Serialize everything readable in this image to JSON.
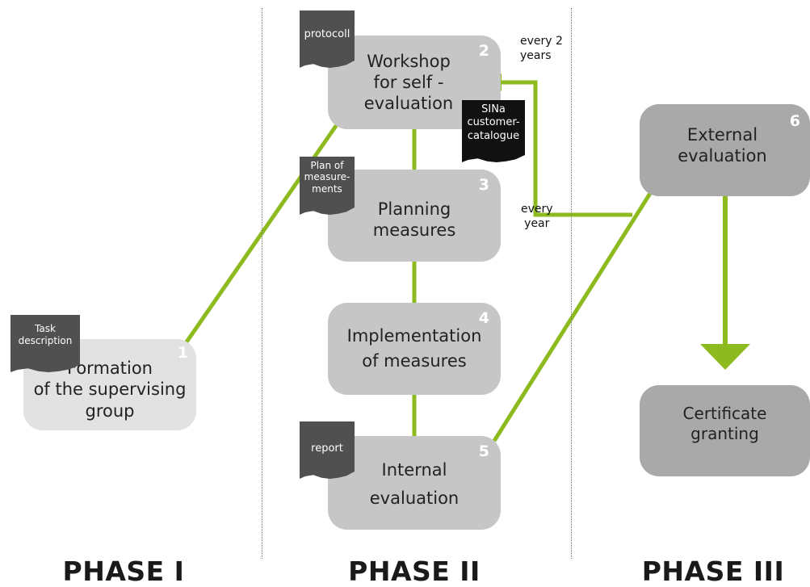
{
  "steps": [
    {
      "number": "1",
      "label": "Formation\nof the supervising\ngroup"
    },
    {
      "number": "2",
      "label": "Workshop\nfor self -\nevaluation"
    },
    {
      "number": "3",
      "label": "Planning\nmeasures"
    },
    {
      "number": "4",
      "label": "Implementation\nof measures"
    },
    {
      "number": "5",
      "label": "Internal\nevaluation"
    },
    {
      "number": "6",
      "label": "External\nevaluation"
    },
    {
      "number": "",
      "label": "Certificate\ngranting"
    }
  ],
  "documents": {
    "task": "Task\ndescription",
    "protocol": "protocoll",
    "plan": "Plan of\nmeasure-\nments",
    "report": "report",
    "catalogue": "SINa\ncustomer-\ncatalogue"
  },
  "notes": {
    "every_2_years": "every 2\nyears",
    "every_year": "every\nyear"
  },
  "phases": [
    "PHASE I",
    "PHASE II",
    "PHASE III"
  ],
  "colors": {
    "connector": "#8dbb1f",
    "box_light": "#e2e2e2",
    "box_mid": "#c6c6c6",
    "box_dark": "#a9a9a9",
    "tag": "#505050",
    "tag_dark": "#111111"
  }
}
